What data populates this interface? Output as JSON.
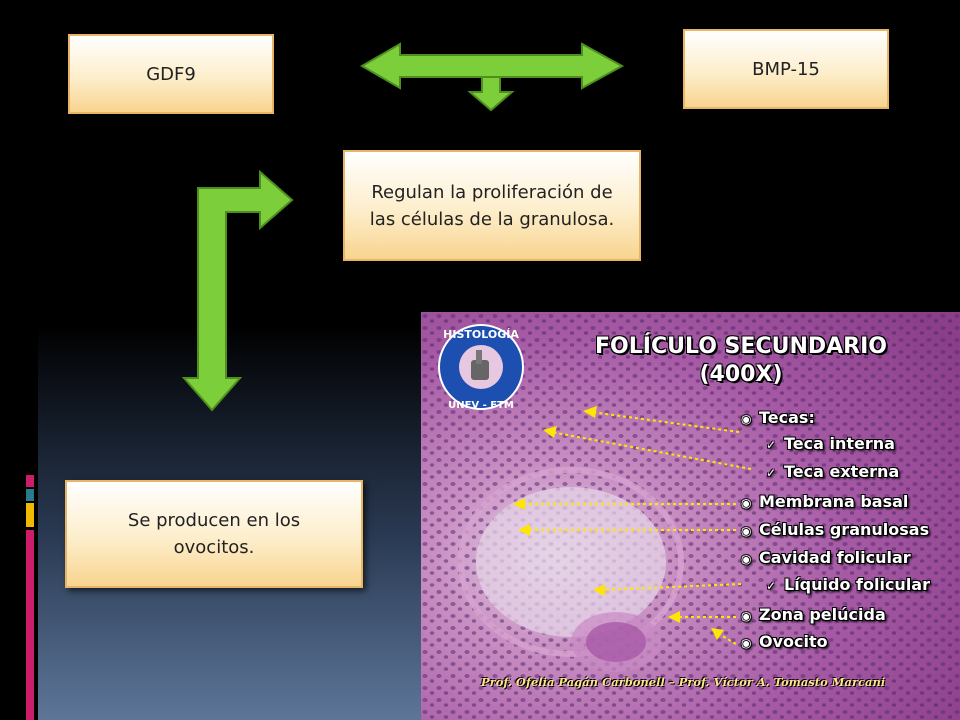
{
  "boxes": {
    "gdf9": "GDF9",
    "bmp15": "BMP-15",
    "regulan": "Regulan la proliferación de las células de la granulosa.",
    "producen": "Se producen en los ovocitos."
  },
  "colors": {
    "arrow": "#7ccf3a",
    "box_border": "#e6b567",
    "tick_yellow": "#f2b800",
    "tick_pink": "#cc1d6b",
    "tick_teal": "#2a7a8a",
    "tick_gray": "#7a7a7a"
  },
  "photo": {
    "logo_top": "HISTOLOGÍA",
    "logo_bottom": "UNFV - FTM",
    "title_line1": "FOLÍCULO SECUNDARIO",
    "title_line2": "(400X)",
    "legend": [
      {
        "label": "Tecas:",
        "bullet": "bullseye"
      },
      {
        "label": "Teca interna",
        "bullet": "check"
      },
      {
        "label": "Teca externa",
        "bullet": "check"
      },
      {
        "label": "Membrana basal",
        "bullet": "bullseye"
      },
      {
        "label": "Células granulosas",
        "bullet": "bullseye"
      },
      {
        "label": "Cavidad folicular",
        "bullet": "bullseye"
      },
      {
        "label": "Líquido folicular",
        "bullet": "check"
      },
      {
        "label": "Zona pelúcida",
        "bullet": "bullseye"
      },
      {
        "label": "Ovocito",
        "bullet": "bullseye"
      }
    ],
    "credit": "Prof. Ofelia Pagán Carbonell – Prof. Víctor A. Tomasto Marcani"
  }
}
